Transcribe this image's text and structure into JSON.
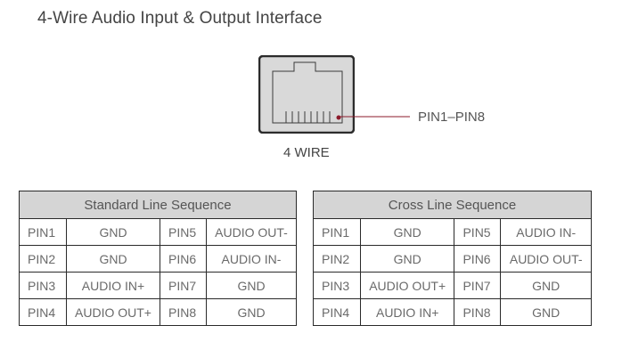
{
  "title": "4-Wire Audio Input & Output Interface",
  "diagram": {
    "connector_icon": "rj45-port-icon",
    "pin_callout": "PIN1–PIN8",
    "caption": "4 WIRE",
    "accent_color": "#8b1a2b"
  },
  "tables": [
    {
      "header": "Standard Line Sequence",
      "rows": [
        [
          "PIN1",
          "GND",
          "PIN5",
          "AUDIO OUT-"
        ],
        [
          "PIN2",
          "GND",
          "PIN6",
          "AUDIO IN-"
        ],
        [
          "PIN3",
          "AUDIO IN+",
          "PIN7",
          "GND"
        ],
        [
          "PIN4",
          "AUDIO OUT+",
          "PIN8",
          "GND"
        ]
      ]
    },
    {
      "header": "Cross Line Sequence",
      "rows": [
        [
          "PIN1",
          "GND",
          "PIN5",
          "AUDIO IN-"
        ],
        [
          "PIN2",
          "GND",
          "PIN6",
          "AUDIO OUT-"
        ],
        [
          "PIN3",
          "AUDIO OUT+",
          "PIN7",
          "GND"
        ],
        [
          "PIN4",
          "AUDIO IN+",
          "PIN8",
          "GND"
        ]
      ]
    }
  ]
}
